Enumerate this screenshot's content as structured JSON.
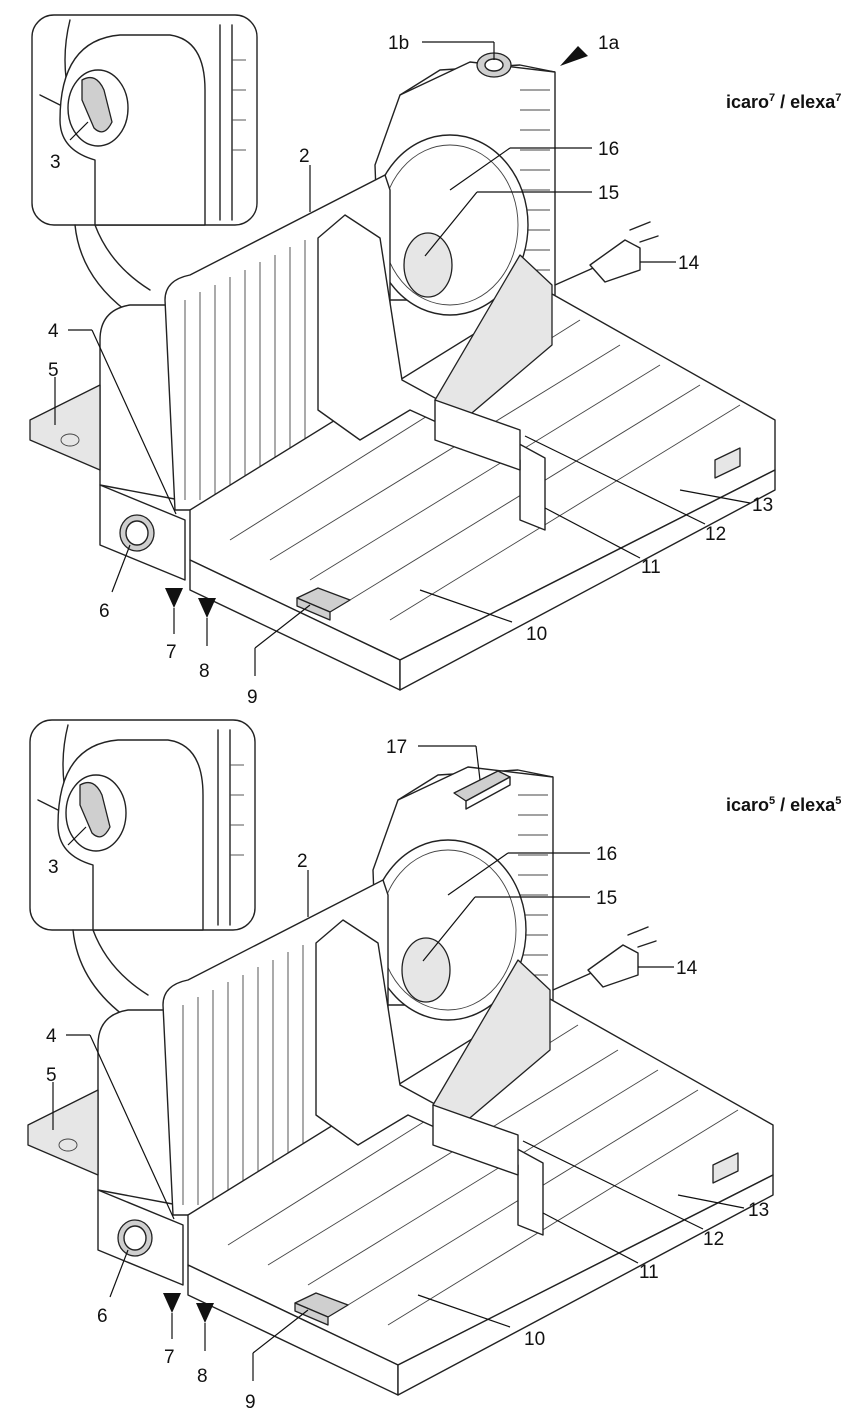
{
  "diagrams": [
    {
      "model_label": {
        "a": "icaro",
        "a_sup": "7",
        "sep": " / ",
        "b": "elexa",
        "b_sup": "7"
      },
      "callouts": [
        "1b",
        "1a",
        "2",
        "3",
        "4",
        "5",
        "6",
        "7",
        "8",
        "9",
        "10",
        "11",
        "12",
        "13",
        "14",
        "15",
        "16"
      ]
    },
    {
      "model_label": {
        "a": "icaro",
        "a_sup": "5",
        "sep": " / ",
        "b": "elexa",
        "b_sup": "5"
      },
      "callouts": [
        "17",
        "2",
        "3",
        "4",
        "5",
        "6",
        "7",
        "8",
        "9",
        "10",
        "11",
        "12",
        "13",
        "14",
        "15",
        "16"
      ]
    }
  ]
}
